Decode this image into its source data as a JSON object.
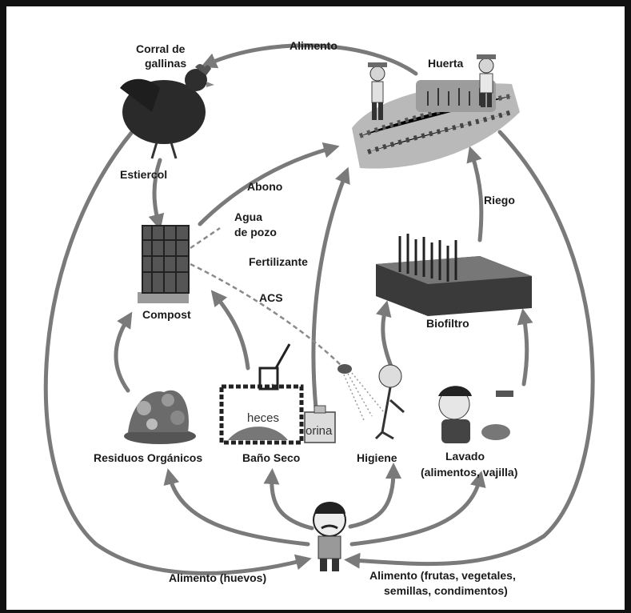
{
  "labels": {
    "corral_line1": "Corral de",
    "corral_line2": "gallinas",
    "alimento_top": "Alimento",
    "huerta": "Huerta",
    "estiercol": "Estiercol",
    "abono": "Abono",
    "agua_line1": "Agua",
    "agua_line2": "de pozo",
    "fertilizante": "Fertilizante",
    "acs": "ACS",
    "riego": "Riego",
    "compost": "Compost",
    "biofiltro": "Biofiltro",
    "residuos": "Residuos Orgánicos",
    "bano_seco": "Baño Seco",
    "higiene": "Higiene",
    "lavado_line1": "Lavado",
    "lavado_line2": "(alimentos, vajilla)",
    "alimento_huevos": "Alimento (huevos)",
    "alimento_frutas_line1": "Alimento (frutas, vegetales,",
    "alimento_frutas_line2": "semillas, condimentos)",
    "heces": "heces",
    "orina": "orina"
  },
  "colors": {
    "arrow": "#7a7a7a",
    "border": "#111111",
    "text": "#1a1a1a"
  }
}
